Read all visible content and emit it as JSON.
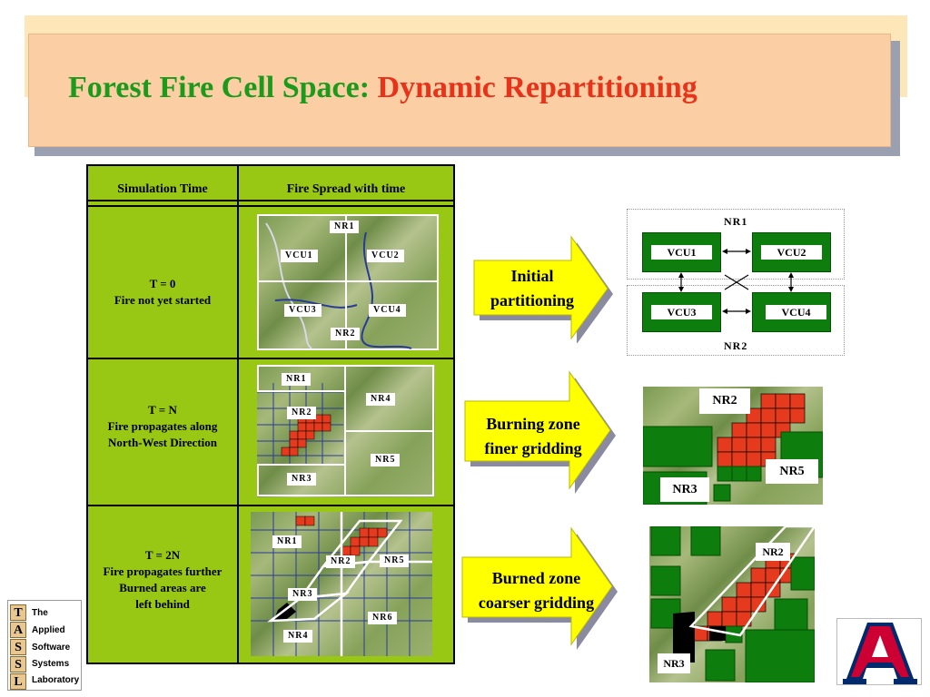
{
  "title": {
    "part1": "Forest Fire Cell Space: ",
    "part2": "Dynamic Repartitioning"
  },
  "table": {
    "headers": [
      "Simulation Time",
      "Fire Spread with time"
    ],
    "rows": [
      {
        "lines": [
          "T = 0",
          "Fire not yet started"
        ],
        "map_labels": [
          "NR1",
          "VCU1",
          "VCU2",
          "VCU3",
          "VCU4",
          "NR2"
        ]
      },
      {
        "lines": [
          "T = N",
          "Fire propagates along",
          "North-West Direction"
        ],
        "map_labels": [
          "NR1",
          "NR4",
          "NR2",
          "NR5",
          "NR3"
        ]
      },
      {
        "lines": [
          "T = 2N",
          "Fire propagates further",
          "Burned areas are",
          "left behind"
        ],
        "map_labels": [
          "NR1",
          "NR2",
          "NR5",
          "NR3",
          "NR6",
          "NR4"
        ]
      }
    ]
  },
  "arrows": [
    [
      "Initial",
      "partitioning"
    ],
    [
      "Burning zone",
      "finer gridding"
    ],
    [
      "Burned zone",
      "coarser gridding"
    ]
  ],
  "diagram1": {
    "top_label": "NR1",
    "bottom_label": "NR2",
    "units": [
      "VCU1",
      "VCU2",
      "VCU3",
      "VCU4"
    ]
  },
  "diagram2": {
    "labels": [
      "NR2",
      "NR5",
      "NR3"
    ]
  },
  "diagram3": {
    "labels": [
      "NR2",
      "NR3"
    ]
  },
  "logo_tassl": {
    "letters": [
      "T",
      "A",
      "S",
      "S",
      "L"
    ],
    "words": [
      "The",
      "Applied",
      "Software",
      "Systems",
      "Laboratory"
    ]
  },
  "colors": {
    "title_green": "#1b9a1b",
    "title_red": "#e8321a",
    "table_bg": "#99c814",
    "banner": "#fbcfa3",
    "arrow_yellow": "#ffff00",
    "partition_green": "#0d7d0d",
    "fire_red": "#e53a1e",
    "ua_red": "#cc0033",
    "ua_blue": "#002a6c"
  }
}
